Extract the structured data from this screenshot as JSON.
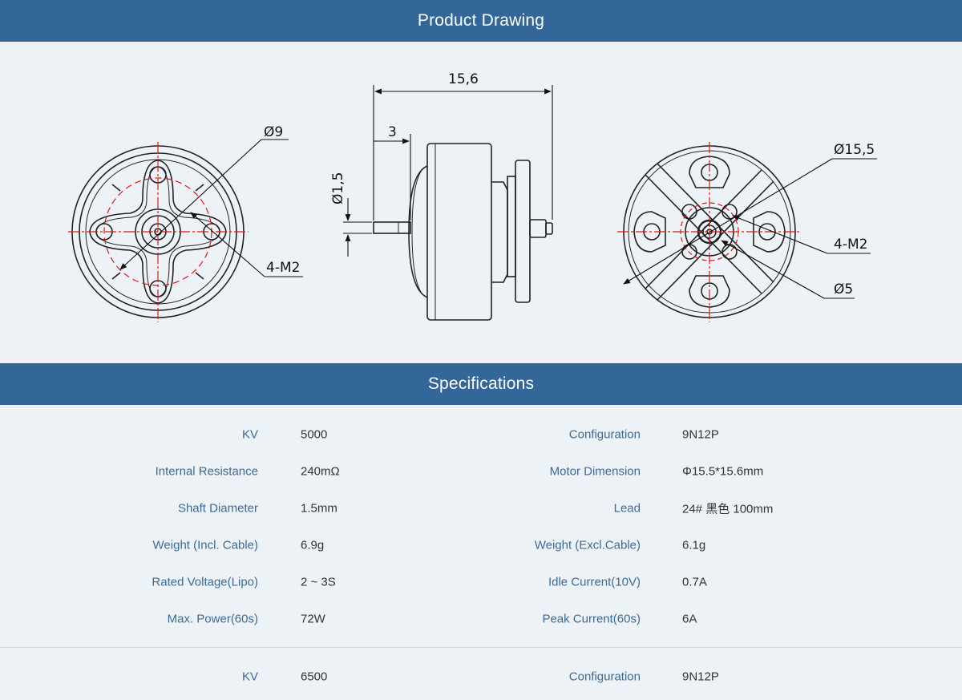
{
  "header": {
    "drawing_title": "Product Drawing",
    "specs_title": "Specifications"
  },
  "drawing": {
    "dims": {
      "d9": "Ø9",
      "m2_left": "4-M2",
      "total_length": "15,6",
      "shaft_ext": "3",
      "shaft_dia": "Ø1,5",
      "d15_5": "Ø15,5",
      "m2_right": "4-M2",
      "d5": "Ø5"
    }
  },
  "specs": [
    {
      "label_left": "KV",
      "value_left": "5000",
      "label_right": "Configuration",
      "value_right": "9N12P"
    },
    {
      "label_left": "Internal Resistance",
      "value_left": "240mΩ",
      "label_right": "Motor Dimension",
      "value_right": "Φ15.5*15.6mm"
    },
    {
      "label_left": "Shaft Diameter",
      "value_left": "1.5mm",
      "label_right": "Lead",
      "value_right": "24# 黑色 100mm"
    },
    {
      "label_left": "Weight (Incl. Cable)",
      "value_left": "6.9g",
      "label_right": "Weight (Excl.Cable)",
      "value_right": "6.1g"
    },
    {
      "label_left": "Rated Voltage(Lipo)",
      "value_left": "2 ~ 3S",
      "label_right": "Idle Current(10V)",
      "value_right": "0.7A"
    },
    {
      "label_left": "Max. Power(60s)",
      "value_left": "72W",
      "label_right": "Peak Current(60s)",
      "value_right": "6A"
    }
  ],
  "specs_next": {
    "label_left": "KV",
    "value_left": "6500",
    "label_right": "Configuration",
    "value_right": "9N12P"
  }
}
